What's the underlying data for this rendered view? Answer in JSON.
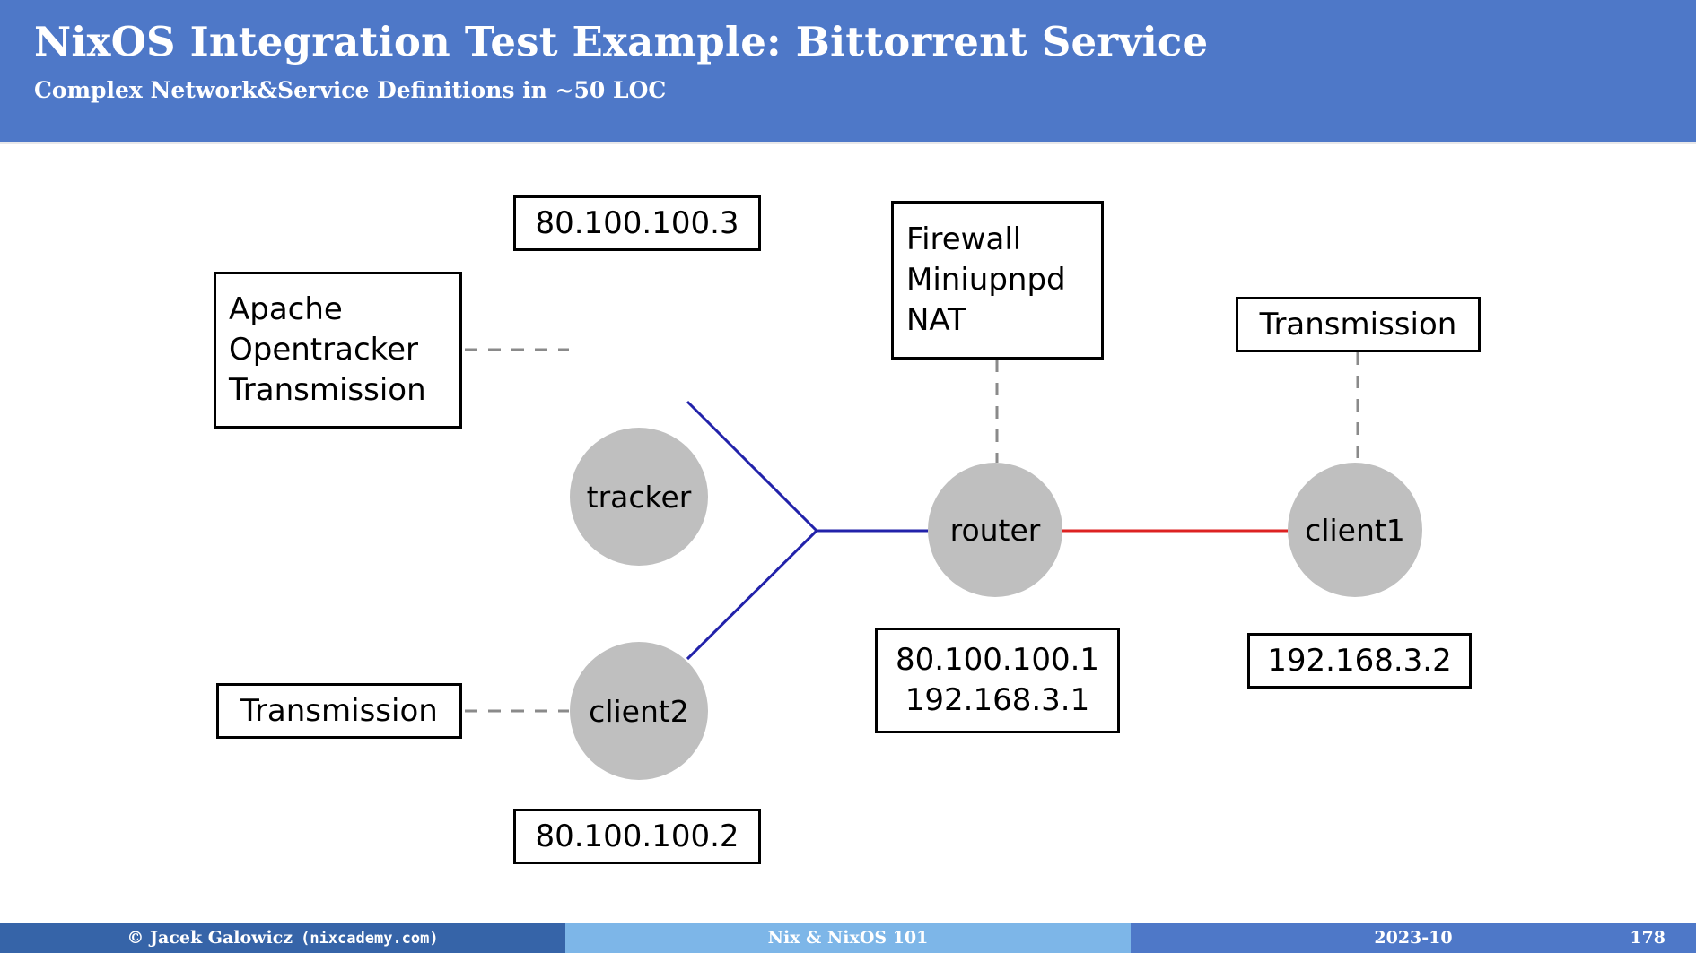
{
  "header": {
    "title": "NixOS Integration Test Example: Bittorrent Service",
    "subtitle": "Complex Network&Service Definitions in ~50 LOC"
  },
  "diagram": {
    "nodes": [
      {
        "id": "tracker",
        "label": "tracker"
      },
      {
        "id": "client2",
        "label": "client2"
      },
      {
        "id": "router",
        "label": "router"
      },
      {
        "id": "client1",
        "label": "client1"
      }
    ],
    "annotations": [
      {
        "id": "tracker-ip",
        "lines": [
          "80.100.100.3"
        ]
      },
      {
        "id": "tracker-svc",
        "lines": [
          "Apache",
          "Opentracker",
          "Transmission"
        ]
      },
      {
        "id": "router-svc",
        "lines": [
          "Firewall",
          "Miniupnpd",
          "NAT"
        ]
      },
      {
        "id": "client1-svc",
        "lines": [
          "Transmission"
        ]
      },
      {
        "id": "router-ip",
        "lines": [
          "80.100.100.1",
          "192.168.3.1"
        ]
      },
      {
        "id": "client1-ip",
        "lines": [
          "192.168.3.2"
        ]
      },
      {
        "id": "client2-svc",
        "lines": [
          "Transmission"
        ]
      },
      {
        "id": "client2-ip",
        "lines": [
          "80.100.100.2"
        ]
      }
    ],
    "edges": [
      {
        "id": "tracker-to-junction",
        "style": "solid",
        "color": "#2222aa"
      },
      {
        "id": "client2-to-junction",
        "style": "solid",
        "color": "#2222aa"
      },
      {
        "id": "junction-to-router",
        "style": "solid",
        "color": "#2222aa"
      },
      {
        "id": "router-to-client1",
        "style": "solid",
        "color": "#dd2222"
      },
      {
        "id": "tracker-svc-link",
        "style": "dashed",
        "color": "#8a8a8a"
      },
      {
        "id": "client2-svc-link",
        "style": "dashed",
        "color": "#8a8a8a"
      },
      {
        "id": "router-svc-link",
        "style": "dashed",
        "color": "#8a8a8a"
      },
      {
        "id": "client1-svc-link",
        "style": "dashed",
        "color": "#8a8a8a"
      }
    ]
  },
  "colors": {
    "header_blue": "#4e78c8",
    "footer_left_blue": "#3664a8",
    "footer_center_blue": "#7db6e8",
    "footer_right_blue": "#4e78c8",
    "node_gray": "#bfbfbf",
    "edge_blue": "#2222aa",
    "edge_red": "#dd2222",
    "edge_dashed_gray": "#8a8a8a"
  },
  "footer": {
    "copyright": "© Jacek Galowicz",
    "website": "(nixcademy.com)",
    "course": "Nix & NixOS 101",
    "date": "2023-10",
    "page": "178"
  }
}
